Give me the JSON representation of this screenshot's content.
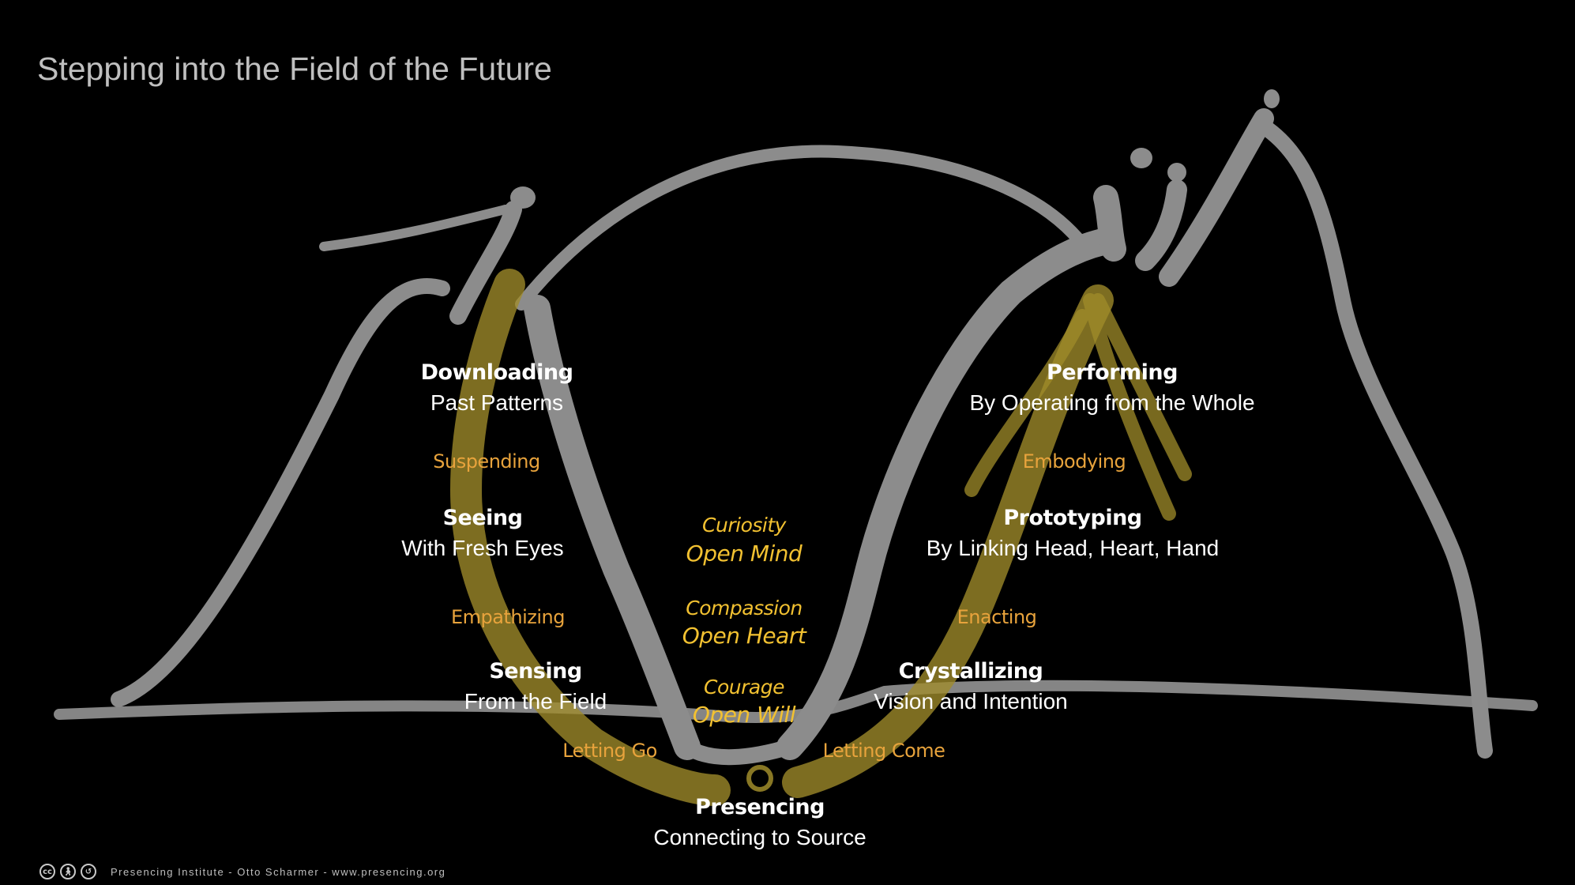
{
  "title": "Stepping into the Field of the Future",
  "stages": [
    {
      "name": "Downloading",
      "sub": "Past Patterns"
    },
    {
      "name": "Seeing",
      "sub": "With Fresh Eyes"
    },
    {
      "name": "Sensing",
      "sub": "From the Field"
    },
    {
      "name": "Presencing",
      "sub": "Connecting to Source"
    },
    {
      "name": "Crystallizing",
      "sub": "Vision and Intention"
    },
    {
      "name": "Prototyping",
      "sub": "By Linking Head, Heart, Hand"
    },
    {
      "name": "Performing",
      "sub": "By Operating from the Whole"
    }
  ],
  "transitions": [
    "Suspending",
    "Empathizing",
    "Letting Go",
    "Letting Come",
    "Enacting",
    "Embodying"
  ],
  "qualities": [
    {
      "label": "Curiosity",
      "value": "Open Mind"
    },
    {
      "label": "Compassion",
      "value": "Open Heart"
    },
    {
      "label": "Courage",
      "value": "Open Will"
    }
  ],
  "footer": {
    "text": "Presencing Institute - Otto Scharmer - www.presencing.org",
    "icons": [
      "cc-icon",
      "attribution-icon",
      "sharealike-icon"
    ]
  },
  "colors": {
    "background": "#000000",
    "figure": "#8c8c8c",
    "u_stroke": "#a08c2a",
    "transition": "#e8a33c",
    "quality": "#f2c131",
    "text": "#ffffff",
    "title": "#bfbfbf"
  }
}
